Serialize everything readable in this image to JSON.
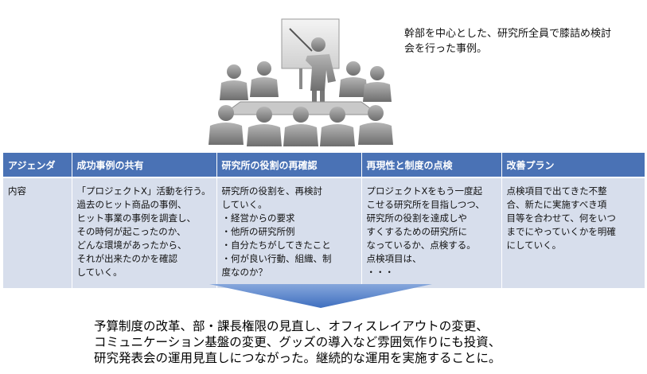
{
  "caption": {
    "lines": [
      "幹部を中心とした、研究所全員で膝詰め検討",
      "会を行った事例。"
    ]
  },
  "table": {
    "headers": [
      "アジェンダ",
      "成功事例の共有",
      "研究所の役割の再確認",
      "再現性と制度の点検",
      "改善プラン"
    ],
    "row_label": "内容",
    "cells": [
      [
        "「プロジェクトX」活動を行う。",
        "過去のヒット商品の事例、",
        "ヒット事業の事例を調査し、",
        "その時何が起こったのか、",
        "どんな環境があったから、",
        "それが出来たのかを確認",
        "していく。"
      ],
      [
        "研究所の役割を、再検討",
        "していく。",
        "・経営からの要求",
        "・他所の研究所例",
        "・自分たちがしてきたこと",
        "・何が良い行動、組織、制",
        "度なのか？"
      ],
      [
        "プロジェクトXをもう一度起",
        "こせる研究所を目指しつつ、",
        "研究所の役割を達成しや",
        "すくするための研究所に",
        "なっているか、点検する。",
        "点検項目は、",
        "・・・"
      ],
      [
        "点検項目で出てきた不整",
        "合、新たに実施すべき項",
        "目等を合わせて、何をいつ",
        "までにやっていくかを明確",
        "にしていく。"
      ]
    ]
  },
  "result": {
    "lines": [
      "予算制度の改革、部・課長権限の見直し、オフィスレイアウトの変更、",
      "コミュニケーション基盤の変更、グッズの導入など雰囲気作りにも投資、",
      "研究発表会の運用見直しにつながった。継続的な運用を実施することに。"
    ]
  },
  "colors": {
    "header_bg": "#4a72b5",
    "cell_bg": "#d7deec",
    "arrow_fill": "#5b86c8",
    "figure_gray": "#8a8a8a"
  }
}
